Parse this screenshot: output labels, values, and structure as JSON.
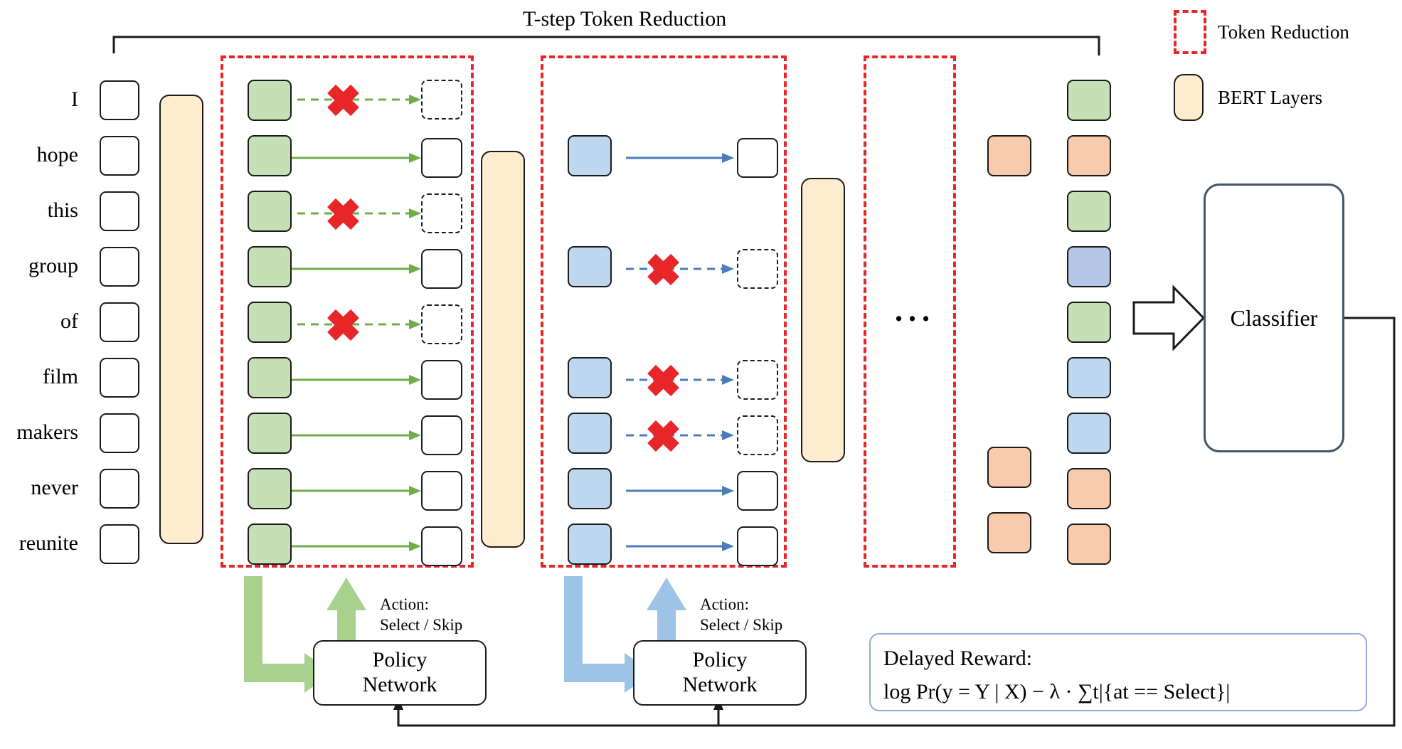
{
  "diagram": {
    "title": "T-step Token Reduction",
    "tokens": [
      "I",
      "hope",
      "this",
      "group",
      "of",
      "film",
      "makers",
      "never",
      "reunite"
    ],
    "ellipsis": "...",
    "classifier_label": "Classifier",
    "policy_network_label_line1": "Policy",
    "policy_network_label_line2": "Network",
    "action_label_line1": "Action:",
    "action_label_line2": "Select / Skip",
    "policy_networks": [
      {
        "line1": "Policy",
        "line2": "Network"
      },
      {
        "line1": "Policy",
        "line2": "Network"
      }
    ],
    "actions": [
      {
        "line1": "Action:",
        "line2": "Select / Skip"
      },
      {
        "line1": "Action:",
        "line2": "Select / Skip"
      }
    ],
    "reward": {
      "heading": "Delayed Reward:",
      "formula": "log Pr(y = Y | X) − λ · ∑t|{at == Select}|"
    },
    "legend": [
      {
        "key": "token-reduction",
        "label": "Token Reduction",
        "swatch": "red-dashed",
        "color": "#e8262a"
      },
      {
        "key": "bert-layers",
        "label": "BERT Layers",
        "swatch": "cream-box",
        "color": "#fdeccd"
      }
    ],
    "colors": {
      "reduction_region": "#e8262a",
      "bert_layer": "#fdeccd",
      "step1_token": "#c5e0b4",
      "step2_token": "#bdd7ee",
      "arrow_step1": "#70ad47",
      "arrow_step2": "#4a7ebb",
      "cross": "#e8262a",
      "classifier_border": "#44546a",
      "reward_border": "#8eaadb",
      "orange_token": "#f8cbad",
      "blue_token_dark": "#b4c7e7"
    },
    "steps": [
      {
        "index": 1,
        "color": "#c5e0b4",
        "rows": [
          {
            "token": "I",
            "action": "Skip"
          },
          {
            "token": "hope",
            "action": "Select"
          },
          {
            "token": "this",
            "action": "Skip"
          },
          {
            "token": "group",
            "action": "Select"
          },
          {
            "token": "of",
            "action": "Skip"
          },
          {
            "token": "film",
            "action": "Select"
          },
          {
            "token": "makers",
            "action": "Select"
          },
          {
            "token": "never",
            "action": "Select"
          },
          {
            "token": "reunite",
            "action": "Select"
          }
        ]
      },
      {
        "index": 2,
        "color": "#bdd7ee",
        "rows": [
          {
            "token": "hope",
            "action": "Select"
          },
          {
            "token": "group",
            "action": "Skip"
          },
          {
            "token": "film",
            "action": "Skip"
          },
          {
            "token": "makers",
            "action": "Skip"
          },
          {
            "token": "never",
            "action": "Select"
          },
          {
            "token": "reunite",
            "action": "Select"
          }
        ]
      }
    ],
    "final_columns": [
      {
        "name": "penultimate",
        "cells": [
          "",
          "orange",
          "",
          "",
          "",
          "",
          "",
          "orange",
          "orange"
        ]
      },
      {
        "name": "final",
        "cells": [
          "green",
          "orange",
          "green",
          "blue-dark",
          "green",
          "blue",
          "blue",
          "orange",
          "orange"
        ]
      }
    ]
  }
}
